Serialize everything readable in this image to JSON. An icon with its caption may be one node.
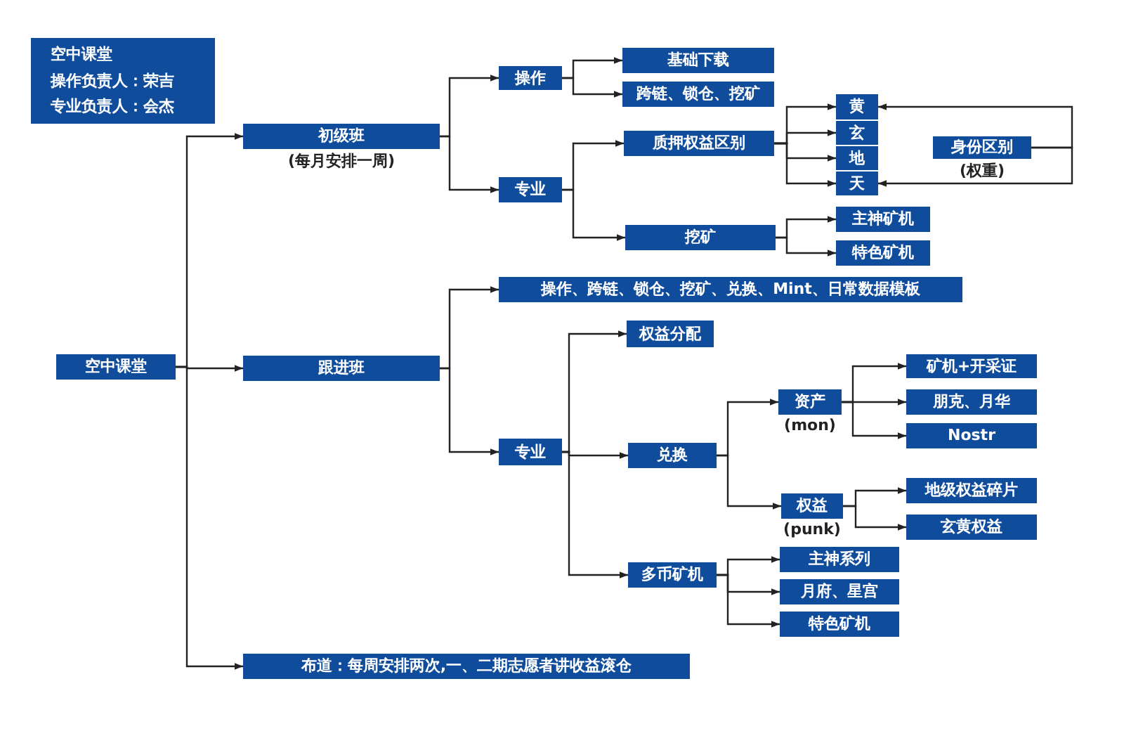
{
  "diagram": {
    "nodes": [
      {
        "text": [
          "空中课堂",
          "操作负责人：荣吉",
          "专业负责人：会杰"
        ]
      },
      {
        "text": [
          "空中课堂"
        ]
      },
      {
        "text": [
          "初级班"
        ],
        "beside": [
          "(每月安排一周)"
        ]
      },
      {
        "text": [
          "操作"
        ]
      },
      {
        "text": [
          "基础下载"
        ]
      },
      {
        "text": [
          "跨链、锁仓、挖矿"
        ]
      },
      {
        "text": [
          "专业"
        ]
      },
      {
        "text": [
          "质押权益区别"
        ]
      },
      {
        "text": [
          "黄"
        ]
      },
      {
        "text": [
          "玄"
        ]
      },
      {
        "text": [
          "地"
        ]
      },
      {
        "text": [
          "天"
        ]
      },
      {
        "text": [
          "身份区别"
        ],
        "beside": [
          "(权重)"
        ]
      },
      {
        "text": [
          "挖矿"
        ]
      },
      {
        "text": [
          "主神矿机"
        ]
      },
      {
        "text": [
          "特色矿机"
        ]
      },
      {
        "text": [
          "跟进班"
        ]
      },
      {
        "text": [
          "操作、跨链、锁仓、挖矿、兑换、Mint、日常数据模板"
        ]
      },
      {
        "text": [
          "专业"
        ]
      },
      {
        "text": [
          "权益分配"
        ]
      },
      {
        "text": [
          "兑换"
        ]
      },
      {
        "text": [
          "资产"
        ],
        "beside": [
          "(mon)"
        ]
      },
      {
        "text": [
          "矿机+开采证"
        ]
      },
      {
        "text": [
          "朋克、月华"
        ]
      },
      {
        "text": [
          "Nostr"
        ]
      },
      {
        "text": [
          "权益"
        ],
        "beside": [
          "(punk)"
        ]
      },
      {
        "text": [
          "地级权益碎片"
        ]
      },
      {
        "text": [
          "玄黄权益"
        ]
      },
      {
        "text": [
          "多币矿机"
        ]
      },
      {
        "text": [
          "主神系列"
        ]
      },
      {
        "text": [
          "月府、星宫"
        ]
      },
      {
        "text": [
          "特色矿机"
        ]
      },
      {
        "text": [
          "布道：每周安排两次,一、二期志愿者讲收益滚仓"
        ]
      }
    ],
    "edges": [
      {
        "from": 1,
        "to": 2,
        "arrow": "to"
      },
      {
        "from": 1,
        "to": 16,
        "arrow": "to"
      },
      {
        "from": 1,
        "to": 32,
        "arrow": "to"
      },
      {
        "from": 2,
        "to": 3,
        "arrow": "to"
      },
      {
        "from": 2,
        "to": 6,
        "arrow": "to"
      },
      {
        "from": 3,
        "to": 4,
        "arrow": "to"
      },
      {
        "from": 3,
        "to": 5,
        "arrow": "to"
      },
      {
        "from": 6,
        "to": 7,
        "arrow": "to"
      },
      {
        "from": 6,
        "to": 13,
        "arrow": "to"
      },
      {
        "from": 7,
        "to": 8,
        "arrow": "to"
      },
      {
        "from": 7,
        "to": 9,
        "arrow": "to"
      },
      {
        "from": 7,
        "to": 10,
        "arrow": "to"
      },
      {
        "from": 7,
        "to": 11,
        "arrow": "to"
      },
      {
        "from": 12,
        "to": 8,
        "arrow": "to"
      },
      {
        "from": 12,
        "to": 11,
        "arrow": "to"
      },
      {
        "from": 13,
        "to": 14,
        "arrow": "to"
      },
      {
        "from": 13,
        "to": 15,
        "arrow": "to"
      },
      {
        "from": 16,
        "to": 17,
        "arrow": "to"
      },
      {
        "from": 16,
        "to": 18,
        "arrow": "to"
      },
      {
        "from": 18,
        "to": 19,
        "arrow": "to"
      },
      {
        "from": 18,
        "to": 20,
        "arrow": "to"
      },
      {
        "from": 18,
        "to": 28,
        "arrow": "to"
      },
      {
        "from": 20,
        "to": 21,
        "arrow": "to"
      },
      {
        "from": 20,
        "to": 25,
        "arrow": "to"
      },
      {
        "from": 21,
        "to": 22,
        "arrow": "to"
      },
      {
        "from": 21,
        "to": 23,
        "arrow": "to"
      },
      {
        "from": 21,
        "to": 24,
        "arrow": "to"
      },
      {
        "from": 25,
        "to": 26,
        "arrow": "to"
      },
      {
        "from": 25,
        "to": 27,
        "arrow": "to"
      },
      {
        "from": 28,
        "to": 29,
        "arrow": "to"
      },
      {
        "from": 28,
        "to": 30,
        "arrow": "to"
      },
      {
        "from": 28,
        "to": 31,
        "arrow": "to"
      }
    ]
  }
}
